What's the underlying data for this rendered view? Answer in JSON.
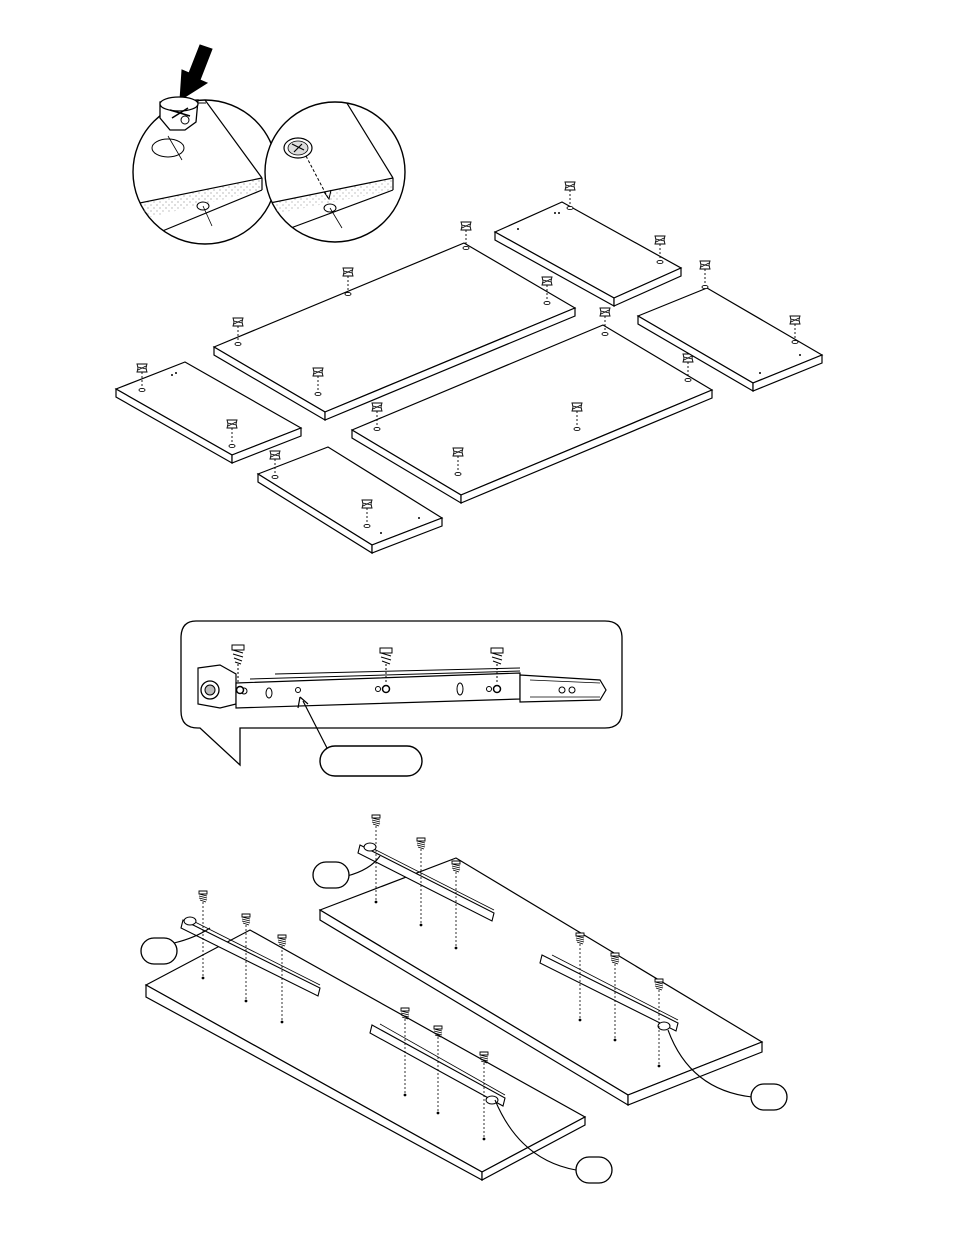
{
  "diagram": {
    "line_color": "#000000",
    "background_color": "#ffffff",
    "dot_fill_color": "#c8c8c8",
    "step1": {
      "arrow_icon": "down-arrow-icon",
      "insert_icon": "cam-lock-insert-icon",
      "detail_circles": 2,
      "panels_count": 6
    },
    "step2": {
      "callout_icon": "drawer-slide-icon",
      "screw_icon": "screw-icon",
      "label_bubbles": 4,
      "panels_count": 2
    }
  }
}
